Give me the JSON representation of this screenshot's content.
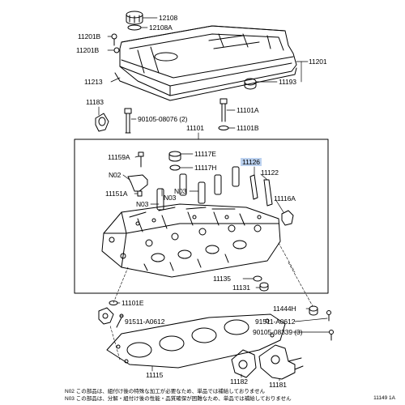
{
  "diagram": {
    "parts": [
      {
        "id": "p12108",
        "text": "12108"
      },
      {
        "id": "p12108a",
        "text": "12108A"
      },
      {
        "id": "p11201b1",
        "text": "11201B"
      },
      {
        "id": "p11201b2",
        "text": "11201B"
      },
      {
        "id": "p11201",
        "text": "11201"
      },
      {
        "id": "p11213",
        "text": "11213"
      },
      {
        "id": "p11193",
        "text": "11193"
      },
      {
        "id": "p11183",
        "text": "11183"
      },
      {
        "id": "p90105_08076",
        "text": "90105-08076 (2)"
      },
      {
        "id": "p11101a_top",
        "text": "11101A"
      },
      {
        "id": "p11101b",
        "text": "11101B"
      },
      {
        "id": "p11101",
        "text": "11101"
      },
      {
        "id": "p11159a",
        "text": "11159A"
      },
      {
        "id": "p11117e",
        "text": "11117E"
      },
      {
        "id": "p11117h",
        "text": "11117H"
      },
      {
        "id": "p11126",
        "text": "11126"
      },
      {
        "id": "p11122",
        "text": "11122"
      },
      {
        "id": "pN02",
        "text": "N02"
      },
      {
        "id": "p11151a",
        "text": "11151A"
      },
      {
        "id": "pN03a",
        "text": "N03"
      },
      {
        "id": "pN03b",
        "text": "N03"
      },
      {
        "id": "pN03c",
        "text": "N03"
      },
      {
        "id": "p11116a",
        "text": "11116A"
      },
      {
        "id": "p11135",
        "text": "11135"
      },
      {
        "id": "p11131",
        "text": "11131"
      },
      {
        "id": "p11101e",
        "text": "11101E"
      },
      {
        "id": "p11444h",
        "text": "11444H"
      },
      {
        "id": "p91511_a0612_left",
        "text": "91511-A0612"
      },
      {
        "id": "p91511_a0612_right",
        "text": "91511-A0612"
      },
      {
        "id": "p90105_08339",
        "text": "90105-08339 (3)"
      },
      {
        "id": "p11115",
        "text": "11115"
      },
      {
        "id": "p11182",
        "text": "11182"
      },
      {
        "id": "p11181",
        "text": "11181"
      }
    ],
    "notes": {
      "n02": "N02 この部品は、組付け後の特殊な加工が必要なため、単品では補給しておりません",
      "n03": "N03 この部品は、分解・組付け後の性能・品質確保が困難なため、単品では補給しておりません"
    },
    "figure_code": "11149 1A",
    "highlight_color": "#bcd2f0"
  }
}
